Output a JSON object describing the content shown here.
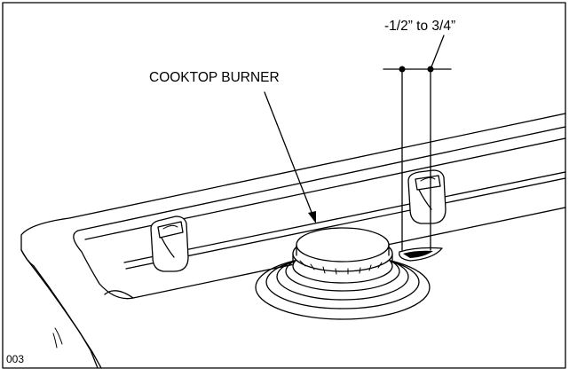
{
  "diagram": {
    "labels": {
      "burner": "COOKTOP BURNER",
      "measurement": "-1/2” to 3/4”",
      "figure_number": "003"
    },
    "colors": {
      "line": "#000000",
      "background": "#ffffff",
      "flame": "#000000"
    }
  }
}
